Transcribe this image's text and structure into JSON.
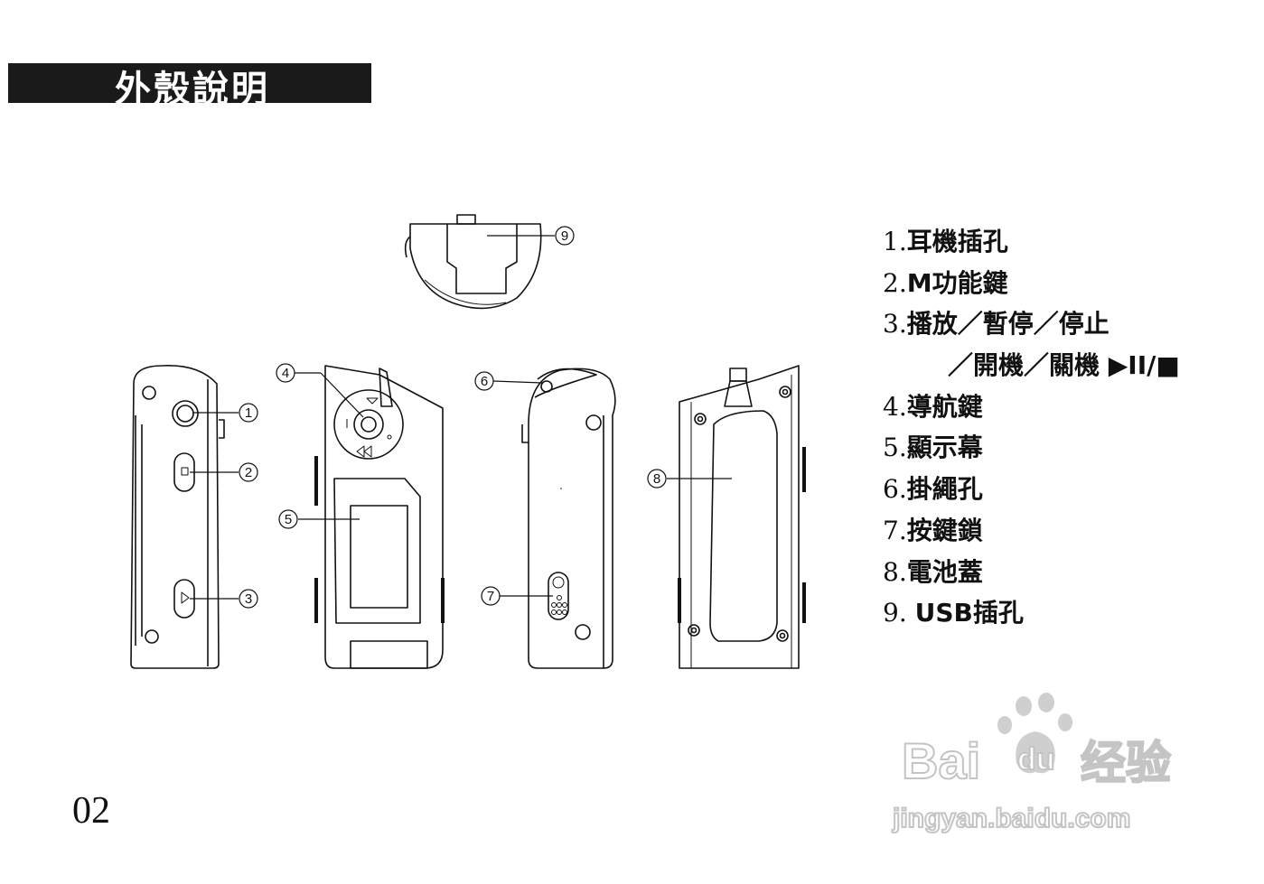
{
  "page": {
    "title": "外殼說明",
    "page_number": "02"
  },
  "parts": [
    {
      "num": "1.",
      "label": "耳機插孔"
    },
    {
      "num": "2.",
      "label": "M功能鍵"
    },
    {
      "num": "3.",
      "label": "播放／暫停／停止"
    },
    {
      "num": "",
      "label": "／開機／關機 ▶II/■"
    },
    {
      "num": "4.",
      "label": "導航鍵"
    },
    {
      "num": "5.",
      "label": "顯示幕"
    },
    {
      "num": "6.",
      "label": "掛繩孔"
    },
    {
      "num": "7.",
      "label": "按鍵鎖"
    },
    {
      "num": "8.",
      "label": "電池蓋"
    },
    {
      "num": "9. ",
      "label": "USB插孔"
    }
  ],
  "callouts": [
    "①",
    "②",
    "③",
    "④",
    "⑤",
    "⑥",
    "⑦",
    "⑧",
    "⑨"
  ],
  "watermark": {
    "brand_a": "Bai",
    "brand_b": "du",
    "brand_c": "经验",
    "url": "jingyan.baidu.com"
  }
}
